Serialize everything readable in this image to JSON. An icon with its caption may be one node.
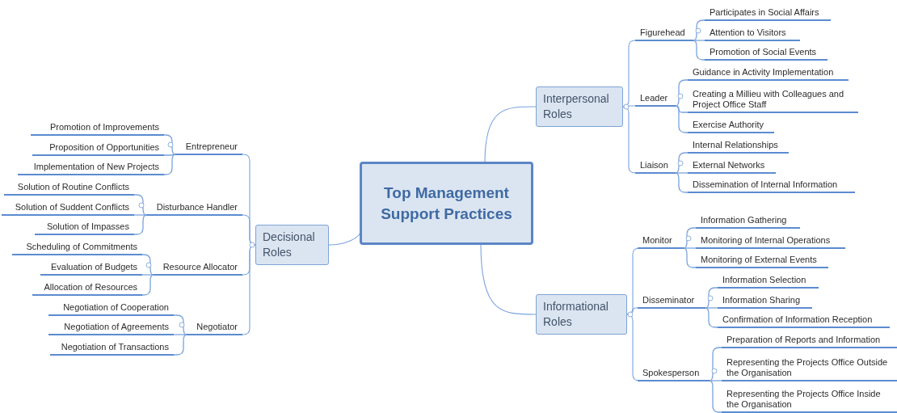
{
  "diagram": {
    "nodes": [
      {
        "text": [
          "Top Management Support Practices"
        ]
      },
      {
        "text": [
          "Interpersonal Roles"
        ]
      },
      {
        "text": [
          "Figurehead"
        ]
      },
      {
        "text": [
          "Participates in Social Affairs"
        ]
      },
      {
        "text": [
          "Attention to Visitors"
        ]
      },
      {
        "text": [
          "Promotion of Social Events"
        ]
      },
      {
        "text": [
          "Leader"
        ]
      },
      {
        "text": [
          "Guidance in Activity Implementation"
        ]
      },
      {
        "text": [
          "Creating a Millieu with Colleagues and Project Office Staff"
        ]
      },
      {
        "text": [
          "Exercise Authority"
        ]
      },
      {
        "text": [
          "Liaison"
        ]
      },
      {
        "text": [
          "Internal Relationships"
        ]
      },
      {
        "text": [
          "External Networks"
        ]
      },
      {
        "text": [
          "Dissemination of Internal Information"
        ]
      },
      {
        "text": [
          "Informational Roles"
        ]
      },
      {
        "text": [
          "Monitor"
        ]
      },
      {
        "text": [
          "Information Gathering"
        ]
      },
      {
        "text": [
          "Monitoring of Internal Operations"
        ]
      },
      {
        "text": [
          "Monitoring of External Events"
        ]
      },
      {
        "text": [
          "Disseminator"
        ]
      },
      {
        "text": [
          "Information Selection"
        ]
      },
      {
        "text": [
          "Information Sharing"
        ]
      },
      {
        "text": [
          "Confirmation of Information Reception"
        ]
      },
      {
        "text": [
          "Spokesperson"
        ]
      },
      {
        "text": [
          "Preparation of Reports and Information"
        ]
      },
      {
        "text": [
          "Representing the Projects Office Outside the Organisation"
        ]
      },
      {
        "text": [
          "Representing the Projects Office Inside the Organisation"
        ]
      },
      {
        "text": [
          "Decisional Roles"
        ]
      },
      {
        "text": [
          "Entrepreneur"
        ]
      },
      {
        "text": [
          "Promotion of Improvements"
        ]
      },
      {
        "text": [
          "Proposition of Opportunities"
        ]
      },
      {
        "text": [
          "Implementation of New Projects"
        ]
      },
      {
        "text": [
          "Disturbance Handler"
        ]
      },
      {
        "text": [
          "Solution of Routine Conflicts"
        ]
      },
      {
        "text": [
          "Solution of Suddent Conflicts"
        ]
      },
      {
        "text": [
          "Solution of Impasses"
        ]
      },
      {
        "text": [
          "Resource Allocator"
        ]
      },
      {
        "text": [
          "Scheduling of Commitments"
        ]
      },
      {
        "text": [
          "Evaluation of Budgets"
        ]
      },
      {
        "text": [
          "Allocation of Resources"
        ]
      },
      {
        "text": [
          "Negotiator"
        ]
      },
      {
        "text": [
          "Negotiation of Cooperation"
        ]
      },
      {
        "text": [
          "Negotiation of Agreements"
        ]
      },
      {
        "text": [
          "Negotiation of Transactions"
        ]
      }
    ],
    "edges": [
      {
        "from": 0,
        "to": 1,
        "arrow": "none"
      },
      {
        "from": 0,
        "to": 14,
        "arrow": "none"
      },
      {
        "from": 0,
        "to": 27,
        "arrow": "none"
      },
      {
        "from": 1,
        "to": 2,
        "arrow": "none"
      },
      {
        "from": 2,
        "to": 3,
        "arrow": "none"
      },
      {
        "from": 2,
        "to": 4,
        "arrow": "none"
      },
      {
        "from": 2,
        "to": 5,
        "arrow": "none"
      },
      {
        "from": 1,
        "to": 6,
        "arrow": "none"
      },
      {
        "from": 6,
        "to": 7,
        "arrow": "none"
      },
      {
        "from": 6,
        "to": 8,
        "arrow": "none"
      },
      {
        "from": 6,
        "to": 9,
        "arrow": "none"
      },
      {
        "from": 1,
        "to": 10,
        "arrow": "none"
      },
      {
        "from": 10,
        "to": 11,
        "arrow": "none"
      },
      {
        "from": 10,
        "to": 12,
        "arrow": "none"
      },
      {
        "from": 10,
        "to": 13,
        "arrow": "none"
      },
      {
        "from": 14,
        "to": 15,
        "arrow": "none"
      },
      {
        "from": 15,
        "to": 16,
        "arrow": "none"
      },
      {
        "from": 15,
        "to": 17,
        "arrow": "none"
      },
      {
        "from": 15,
        "to": 18,
        "arrow": "none"
      },
      {
        "from": 14,
        "to": 19,
        "arrow": "none"
      },
      {
        "from": 19,
        "to": 20,
        "arrow": "none"
      },
      {
        "from": 19,
        "to": 21,
        "arrow": "none"
      },
      {
        "from": 19,
        "to": 22,
        "arrow": "none"
      },
      {
        "from": 14,
        "to": 23,
        "arrow": "none"
      },
      {
        "from": 23,
        "to": 24,
        "arrow": "none"
      },
      {
        "from": 23,
        "to": 25,
        "arrow": "none"
      },
      {
        "from": 23,
        "to": 26,
        "arrow": "none"
      },
      {
        "from": 27,
        "to": 28,
        "arrow": "none"
      },
      {
        "from": 28,
        "to": 29,
        "arrow": "none"
      },
      {
        "from": 28,
        "to": 30,
        "arrow": "none"
      },
      {
        "from": 28,
        "to": 31,
        "arrow": "none"
      },
      {
        "from": 27,
        "to": 32,
        "arrow": "none"
      },
      {
        "from": 32,
        "to": 33,
        "arrow": "none"
      },
      {
        "from": 32,
        "to": 34,
        "arrow": "none"
      },
      {
        "from": 32,
        "to": 35,
        "arrow": "none"
      },
      {
        "from": 27,
        "to": 36,
        "arrow": "none"
      },
      {
        "from": 36,
        "to": 37,
        "arrow": "none"
      },
      {
        "from": 36,
        "to": 38,
        "arrow": "none"
      },
      {
        "from": 36,
        "to": 39,
        "arrow": "none"
      },
      {
        "from": 27,
        "to": 40,
        "arrow": "none"
      },
      {
        "from": 40,
        "to": 41,
        "arrow": "none"
      },
      {
        "from": 40,
        "to": 42,
        "arrow": "none"
      },
      {
        "from": 40,
        "to": 43,
        "arrow": "none"
      }
    ]
  }
}
